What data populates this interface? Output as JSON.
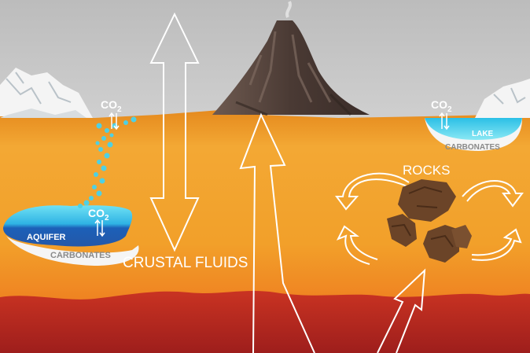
{
  "labels": {
    "co2_aquifer_upper": "CO",
    "co2_aquifer_upper_sub": "2",
    "co2_aquifer_lower": "CO",
    "co2_aquifer_lower_sub": "2",
    "co2_lake": "CO",
    "co2_lake_sub": "2",
    "aquifer": "AQUIFER",
    "carbonates_left": "CARBONATES",
    "lake": "LAKE",
    "carbonates_right": "CARBONATES",
    "crustal_fluids": "CRUSTAL FLUIDS",
    "rocks": "ROCKS"
  },
  "colors": {
    "sky": "#c2c2c2",
    "crust_top": "#f3a52b",
    "crust_mid": "#f0951f",
    "mantle": "#b5251f",
    "water_light": "#5fd8ef",
    "water_dark": "#1f5fb5",
    "volcano": "#5a4840",
    "rock": "#6b4428",
    "arrow_outline": "#ffffff"
  }
}
